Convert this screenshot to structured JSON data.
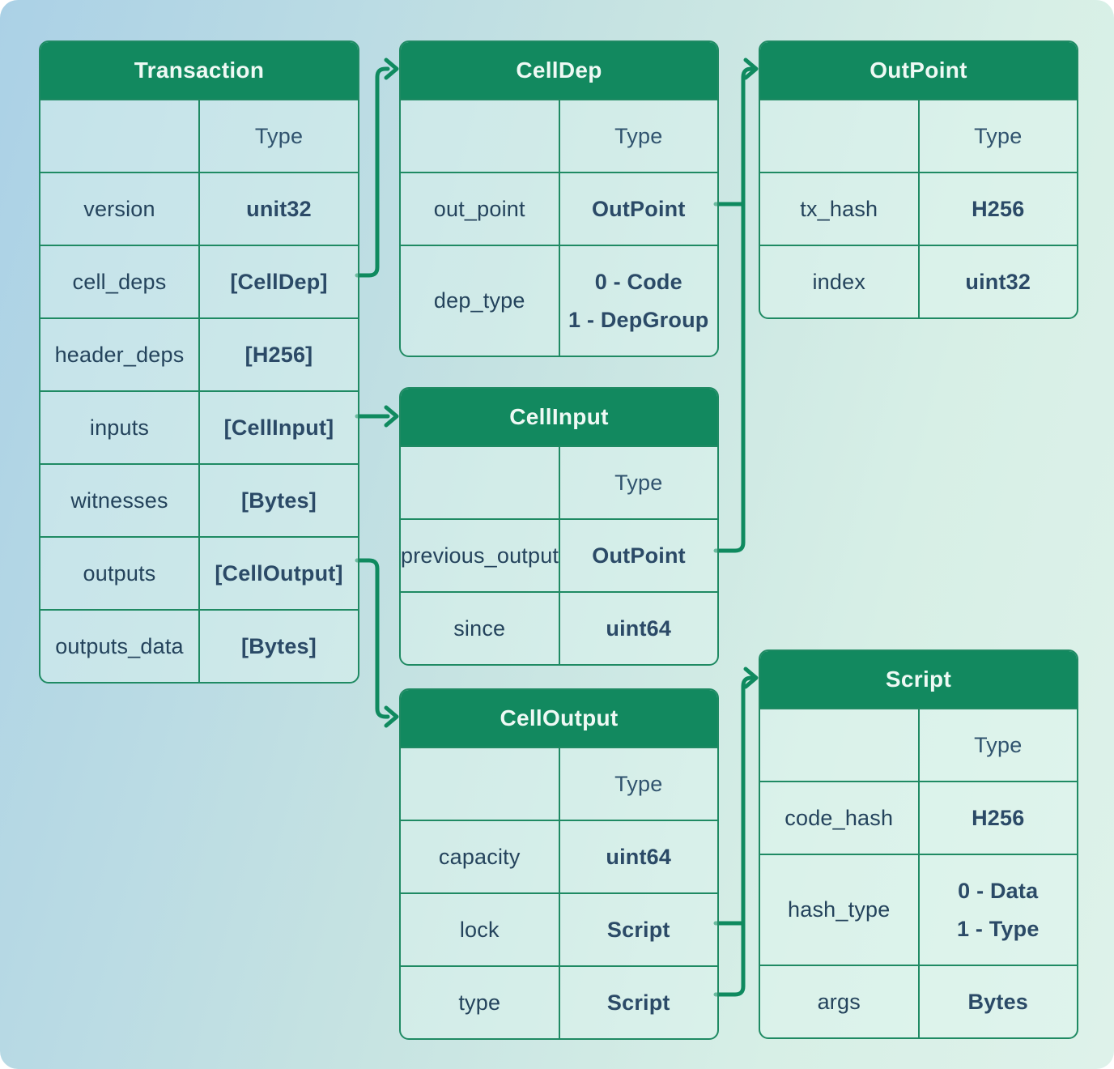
{
  "diagram": {
    "tables": [
      {
        "id": "transaction",
        "title": "Transaction",
        "type_header": "Type",
        "rows": [
          {
            "field": "version",
            "types": [
              "unit32"
            ]
          },
          {
            "field": "cell_deps",
            "types": [
              "[CellDep]"
            ]
          },
          {
            "field": "header_deps",
            "types": [
              "[H256]"
            ]
          },
          {
            "field": "inputs",
            "types": [
              "[CellInput]"
            ]
          },
          {
            "field": "witnesses",
            "types": [
              "[Bytes]"
            ]
          },
          {
            "field": "outputs",
            "types": [
              "[CellOutput]"
            ]
          },
          {
            "field": "outputs_data",
            "types": [
              "[Bytes]"
            ]
          }
        ]
      },
      {
        "id": "celldep",
        "title": "CellDep",
        "type_header": "Type",
        "rows": [
          {
            "field": "out_point",
            "types": [
              "OutPoint"
            ]
          },
          {
            "field": "dep_type",
            "types": [
              "0 - Code",
              "1 - DepGroup"
            ]
          }
        ]
      },
      {
        "id": "outpoint",
        "title": "OutPoint",
        "type_header": "Type",
        "rows": [
          {
            "field": "tx_hash",
            "types": [
              "H256"
            ]
          },
          {
            "field": "index",
            "types": [
              "uint32"
            ]
          }
        ]
      },
      {
        "id": "cellinput",
        "title": "CellInput",
        "type_header": "Type",
        "rows": [
          {
            "field": "previous_output",
            "types": [
              "OutPoint"
            ]
          },
          {
            "field": "since",
            "types": [
              "uint64"
            ]
          }
        ]
      },
      {
        "id": "celloutput",
        "title": "CellOutput",
        "type_header": "Type",
        "rows": [
          {
            "field": "capacity",
            "types": [
              "uint64"
            ]
          },
          {
            "field": "lock",
            "types": [
              "Script"
            ]
          },
          {
            "field": "type",
            "types": [
              "Script"
            ]
          }
        ]
      },
      {
        "id": "script",
        "title": "Script",
        "type_header": "Type",
        "rows": [
          {
            "field": "code_hash",
            "types": [
              "H256"
            ]
          },
          {
            "field": "hash_type",
            "types": [
              "0 - Data",
              "1 - Type"
            ]
          },
          {
            "field": "args",
            "types": [
              "Bytes"
            ]
          }
        ]
      }
    ],
    "connections": [
      {
        "from": "Transaction.cell_deps",
        "to": "CellDep"
      },
      {
        "from": "Transaction.inputs",
        "to": "CellInput"
      },
      {
        "from": "Transaction.outputs",
        "to": "CellOutput"
      },
      {
        "from": "CellDep.out_point",
        "to": "OutPoint"
      },
      {
        "from": "CellInput.previous_output",
        "to": "OutPoint"
      },
      {
        "from": "CellOutput.lock",
        "to": "Script"
      },
      {
        "from": "CellOutput.type",
        "to": "Script"
      }
    ],
    "colors": {
      "header_green": "#12895f",
      "line_green": "#0f8a5f",
      "border_green": "#1f8a63",
      "text_dark": "#24435c",
      "value_text": "#2b4a67",
      "header_text": "#eef9f4"
    }
  }
}
